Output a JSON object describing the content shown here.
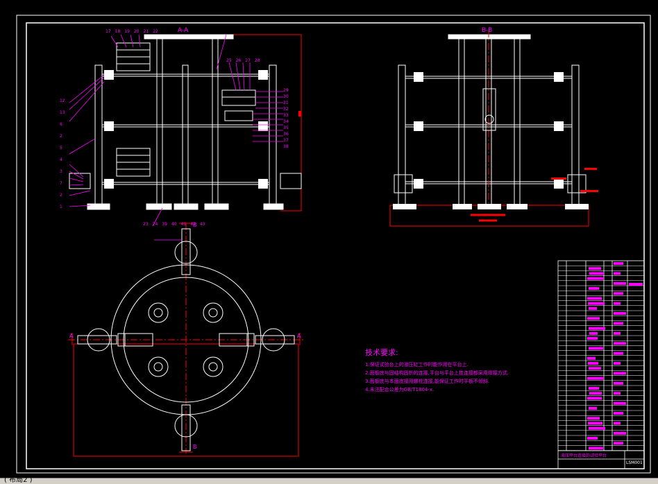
{
  "layout_tab": "( 布局2 )",
  "section_labels": {
    "front_section": "A-A",
    "side_section": "B-B",
    "mark_a": "A",
    "mark_b": "B"
  },
  "tech_requirements": {
    "title": "技术要求:",
    "items": [
      "1.保证试验台上的液压缸工作时能作用在平台上.",
      "2.面板底与固结构固析的连接,平台与平台上挂连接都采用焊接方式.",
      "3.面板底与本面底接用螺栓连接,能保证工作时平板不倾斜.",
      "4.未注配合公差为GB/T1804-x."
    ]
  },
  "balloons_left": [
    "12",
    "13",
    "6",
    "2",
    "5",
    "4",
    "3",
    "7",
    "2",
    "1"
  ],
  "balloons_top": [
    "17",
    "18",
    "19",
    "20",
    "21",
    "22"
  ],
  "balloons_mid": [
    "25",
    "26",
    "27",
    "28"
  ],
  "balloons_right": [
    "29",
    "30",
    "31",
    "32",
    "33",
    "34",
    "35",
    "36",
    "37",
    "38"
  ],
  "balloons_other": [
    "23",
    "24",
    "39",
    "40",
    "41",
    "42",
    "43"
  ],
  "title_block": {
    "caption": "液压平台连接的试验平台",
    "code": "LSM001"
  },
  "colors": {
    "background": "#000000",
    "line": "#ffffff",
    "border": "#ff0000",
    "leader": "#ff00ff",
    "text_magenta": "#ff00ff",
    "center_line": "#ff0000"
  }
}
